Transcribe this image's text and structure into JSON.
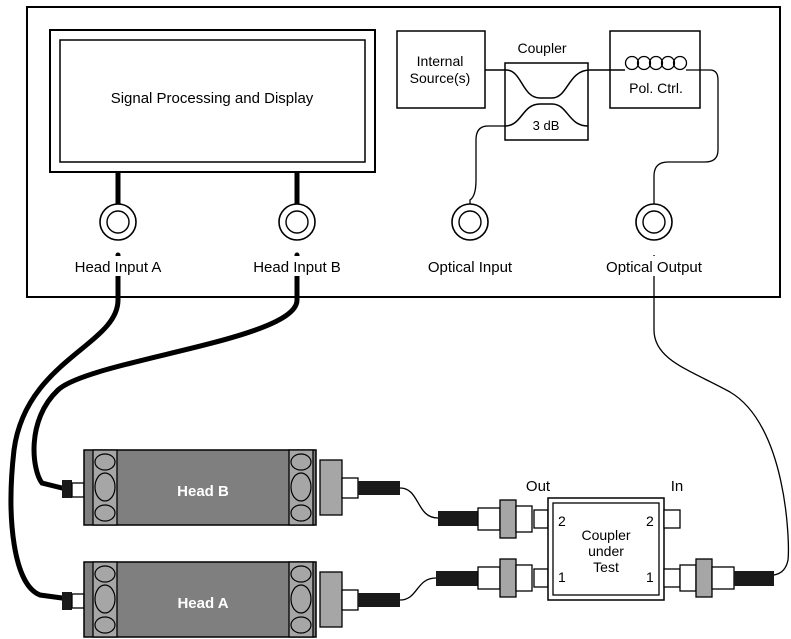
{
  "instrument": {
    "display_label": "Signal Processing and Display",
    "internal_source_line1": "Internal",
    "internal_source_line2": "Source(s)",
    "coupler_title": "Coupler",
    "coupler_ratio": "3 dB",
    "pol_ctrl": "Pol. Ctrl."
  },
  "connectors": {
    "head_input_a": "Head Input A",
    "head_input_b": "Head Input B",
    "optical_input": "Optical Input",
    "optical_output": "Optical Output"
  },
  "heads": {
    "head_b": "Head B",
    "head_a": "Head A"
  },
  "dut": {
    "line1": "Coupler",
    "line2": "under",
    "line3": "Test",
    "out_label": "Out",
    "in_label": "In",
    "port_left_top": "2",
    "port_left_bottom": "1",
    "port_right_top": "2",
    "port_right_bottom": "1"
  },
  "colors": {
    "head_body": "#7f7f7f",
    "head_cap": "#a6a6a6",
    "plug": "#1a1a1a",
    "line": "#000000"
  }
}
